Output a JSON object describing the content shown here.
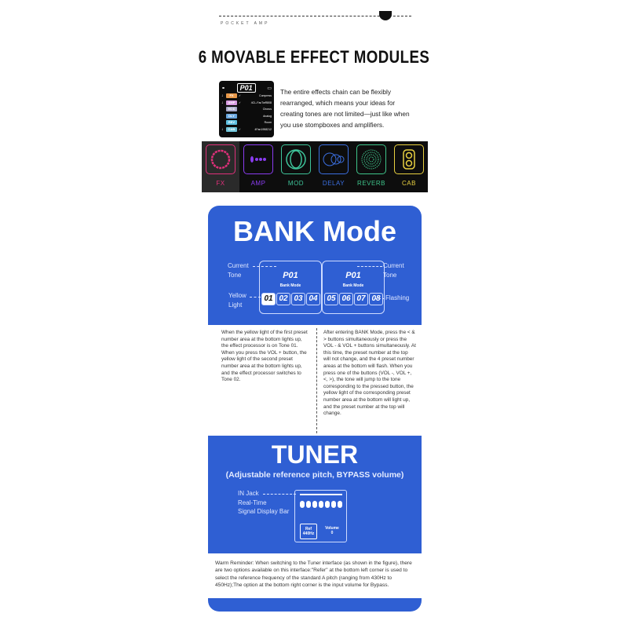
{
  "header": {
    "brand": "POCKET AMP"
  },
  "title": "6 MOVABLE EFFECT MODULES",
  "device": {
    "preset": "P01",
    "rows": [
      {
        "tag": "FX",
        "color": "#e8994a",
        "value": "Compress",
        "check": true
      },
      {
        "tag": "AMP",
        "color": "#d79be0",
        "value": "4CL-FacTwR808",
        "check": true
      },
      {
        "tag": "MOD",
        "color": "#a9a9c9",
        "value": "Chorus",
        "check": false
      },
      {
        "tag": "DLY",
        "color": "#6aa7e0",
        "value": "Analog",
        "check": false
      },
      {
        "tag": "REV",
        "color": "#5fc0e0",
        "value": "Room",
        "check": false
      },
      {
        "tag": "CAB",
        "color": "#6fc3d8",
        "value": "4Fan1958212",
        "check": true
      }
    ]
  },
  "description": "The entire effects chain can be flexibly rearranged, which means your ideas for creating tones are not limited—just like when you use stompboxes and amplifiers.",
  "modules": [
    {
      "label": "FX",
      "color": "#e0307a",
      "selected": true
    },
    {
      "label": "AMP",
      "color": "#8a3cf0",
      "selected": false
    },
    {
      "label": "MOD",
      "color": "#3ec49a",
      "selected": false
    },
    {
      "label": "DELAY",
      "color": "#3b6fe0",
      "selected": false
    },
    {
      "label": "REVERB",
      "color": "#3ec48a",
      "selected": false
    },
    {
      "label": "CAB",
      "color": "#e8d040",
      "selected": false
    }
  ],
  "bank": {
    "title": "BANK Mode",
    "left_screen": {
      "preset": "P01",
      "mode": "Bank Mode",
      "nums": [
        "01",
        "02",
        "03",
        "04"
      ]
    },
    "right_screen": {
      "preset": "P01",
      "mode": "Bank Mode",
      "nums": [
        "05",
        "06",
        "07",
        "08"
      ]
    },
    "labels": {
      "current_tone_l1": "Current",
      "current_tone_l2": "Tone",
      "yellow_l1": "Yellow",
      "yellow_l2": "Light",
      "flashing": "Flashing"
    },
    "left_text": "When the yellow light of the first preset number area at the bottom lights up, the effect processor is on Tone 01. When you press the VOL + button, the yellow light of the second preset number area at the bottom lights up, and the effect processor switches to Tone 02.",
    "right_text": "After entering BANK Mode, press the < & > buttons simultaneously or press the VOL - & VOL + buttons simultaneously. At this time, the preset number at the top will not change, and the 4 preset number areas at the bottom will flash. When you press one of the buttons (VOL -, VOL +, <, >), the tone will jump to the tone corresponding to the pressed button, the yellow light of the corresponding preset number area at the bottom will light up, and the preset number at the top will change."
  },
  "tuner": {
    "title": "TUNER",
    "subtitle": "(Adjustable reference pitch, BYPASS volume)",
    "label_in": "IN Jack",
    "label_rt": "Real-Time",
    "label_bar": "Signal Display Bar",
    "ref": "Ref",
    "ref_value": "440Hz",
    "volume": "Volume",
    "volume_value": "0",
    "reminder": "Warm Reminder: When switching to the Tuner interface (as shown in the figure), there are two options available on this interface:\"Refer\" at the bottom left corner is used to select the reference frequency of the standard A pitch (ranging from 430Hz to 450Hz);The option at the bottom right corner is the input volume for Bypass."
  }
}
